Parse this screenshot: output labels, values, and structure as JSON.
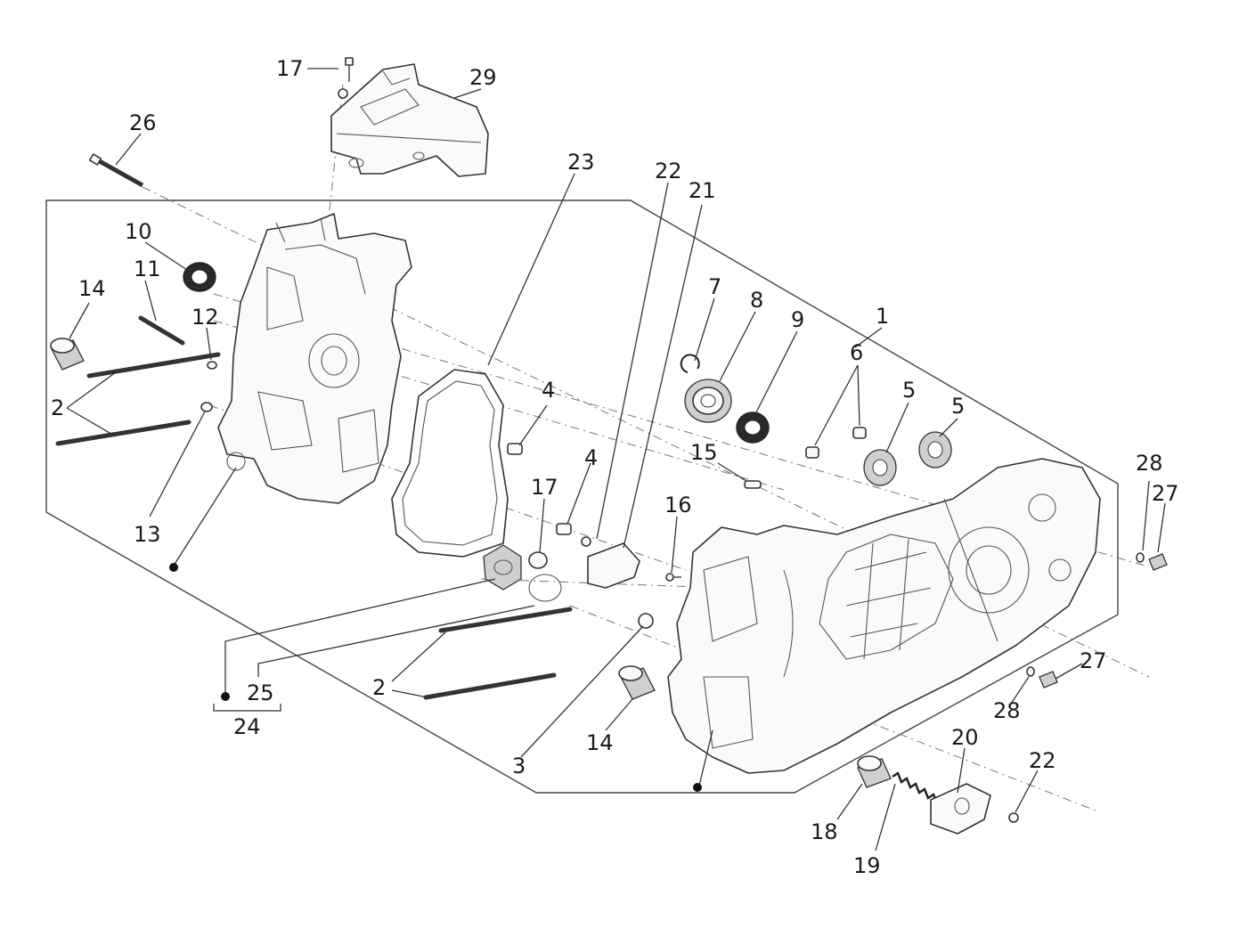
{
  "diagram": {
    "labels": [
      {
        "id": "l17a",
        "text": "17"
      },
      {
        "id": "l29",
        "text": "29"
      },
      {
        "id": "l26",
        "text": "26"
      },
      {
        "id": "l23",
        "text": "23"
      },
      {
        "id": "l22a",
        "text": "22"
      },
      {
        "id": "l21",
        "text": "21"
      },
      {
        "id": "l10",
        "text": "10"
      },
      {
        "id": "l11",
        "text": "11"
      },
      {
        "id": "l14a",
        "text": "14"
      },
      {
        "id": "l12",
        "text": "12"
      },
      {
        "id": "l7",
        "text": "7"
      },
      {
        "id": "l8",
        "text": "8"
      },
      {
        "id": "l9",
        "text": "9"
      },
      {
        "id": "l1",
        "text": "1"
      },
      {
        "id": "l6",
        "text": "6"
      },
      {
        "id": "l5a",
        "text": "5"
      },
      {
        "id": "l5b",
        "text": "5"
      },
      {
        "id": "l2a",
        "text": "2"
      },
      {
        "id": "l4a",
        "text": "4"
      },
      {
        "id": "l4b",
        "text": "4"
      },
      {
        "id": "l15",
        "text": "15"
      },
      {
        "id": "l17b",
        "text": "17"
      },
      {
        "id": "l16",
        "text": "16"
      },
      {
        "id": "l13",
        "text": "13"
      },
      {
        "id": "l28a",
        "text": "28"
      },
      {
        "id": "l27a",
        "text": "27"
      },
      {
        "id": "l25",
        "text": "25"
      },
      {
        "id": "l24",
        "text": "24"
      },
      {
        "id": "l2b",
        "text": "2"
      },
      {
        "id": "l27b",
        "text": "27"
      },
      {
        "id": "l28b",
        "text": "28"
      },
      {
        "id": "l3",
        "text": "3"
      },
      {
        "id": "l14b",
        "text": "14"
      },
      {
        "id": "l20",
        "text": "20"
      },
      {
        "id": "l22b",
        "text": "22"
      },
      {
        "id": "l18",
        "text": "18"
      },
      {
        "id": "l19",
        "text": "19"
      }
    ]
  }
}
